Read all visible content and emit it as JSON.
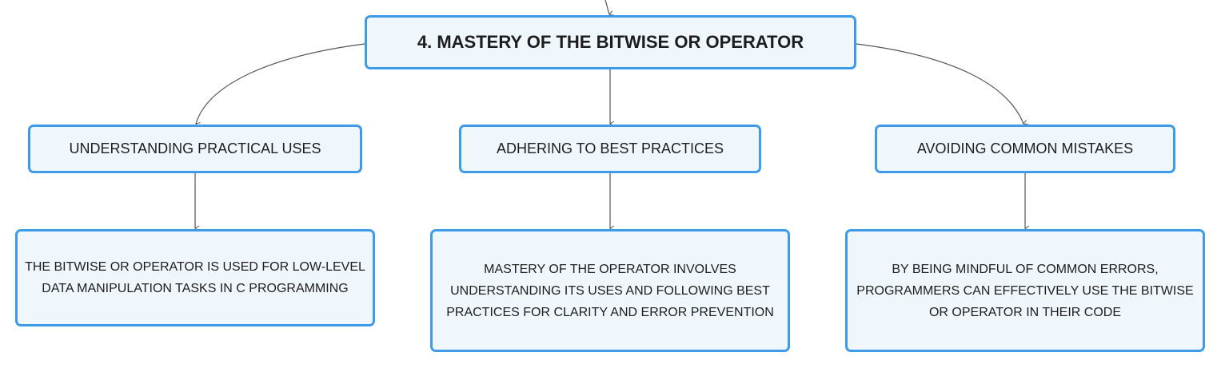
{
  "root": {
    "label": "4. MASTERY OF THE BITWISE OR OPERATOR"
  },
  "branches": [
    {
      "label": "UNDERSTANDING PRACTICAL USES",
      "detail": "THE BITWISE OR OPERATOR IS USED FOR LOW-LEVEL DATA MANIPULATION TASKS IN C PROGRAMMING"
    },
    {
      "label": "ADHERING TO BEST PRACTICES",
      "detail": "MASTERY OF THE OPERATOR INVOLVES UNDERSTANDING ITS USES AND FOLLOWING BEST PRACTICES FOR CLARITY AND ERROR PREVENTION"
    },
    {
      "label": "AVOIDING COMMON MISTAKES",
      "detail": "BY BEING MINDFUL OF COMMON ERRORS, PROGRAMMERS CAN EFFECTIVELY USE THE BITWISE OR OPERATOR IN THEIR CODE"
    }
  ],
  "colors": {
    "node_border": "#3d9be9",
    "node_fill": "#eff7fd",
    "connector": "#555555",
    "text": "#1d1d1d"
  }
}
